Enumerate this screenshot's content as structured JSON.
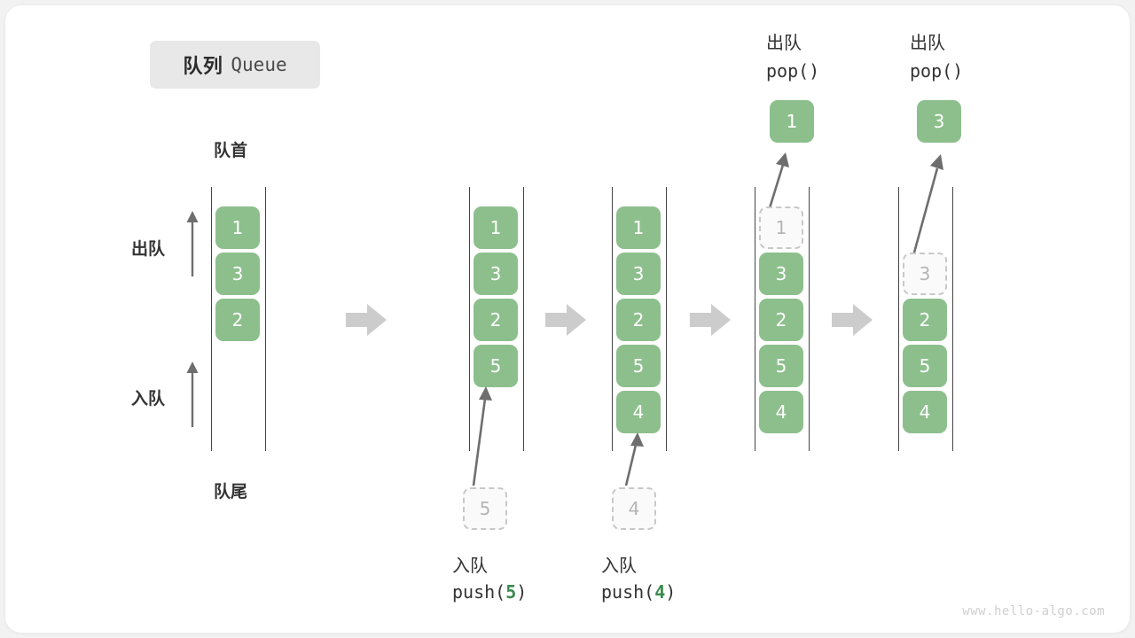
{
  "title": {
    "cn": "队列",
    "en": "Queue"
  },
  "labels": {
    "front": "队首",
    "rear": "队尾",
    "dequeue": "出队",
    "enqueue": "入队",
    "pop_cn": "出队",
    "pop_code": "pop()",
    "push_cn": "入队"
  },
  "watermark": "www.hello-algo.com",
  "colors": {
    "cell_green": "#8dbf8d",
    "ghost_border": "#c8c8c8",
    "ghost_text": "#b5b5b5",
    "rail": "#444444",
    "flow_arrow": "#cccccc",
    "thin_arrow": "#6e6e6e",
    "code_number": "#3c8a4e",
    "badge_bg": "#e8e8e8",
    "card_bg": "#ffffff",
    "page_bg": "#f2f2f2"
  },
  "chart_data": {
    "type": "diagram",
    "title": "队列 Queue",
    "description": "Queue operations step sequence: initial queue, push(5), push(4), pop() removing 1, pop() removing 3",
    "steps": [
      {
        "index": 0,
        "name": "initial",
        "cells": [
          "1",
          "3",
          "2"
        ],
        "ghost": null,
        "operation": null,
        "popped": null
      },
      {
        "index": 1,
        "name": "push-5",
        "cells": [
          "1",
          "3",
          "2",
          "5"
        ],
        "ghost": "5",
        "operation": "push(5)",
        "operation_cn": "入队",
        "operation_value": "5",
        "popped": null
      },
      {
        "index": 2,
        "name": "push-4",
        "cells": [
          "1",
          "3",
          "2",
          "5",
          "4"
        ],
        "ghost": "4",
        "operation": "push(4)",
        "operation_cn": "入队",
        "operation_value": "4",
        "popped": null
      },
      {
        "index": 3,
        "name": "pop-1",
        "cells": [
          "3",
          "2",
          "5",
          "4"
        ],
        "ghost": "1",
        "operation": "pop()",
        "operation_cn": "出队",
        "popped": "1"
      },
      {
        "index": 4,
        "name": "pop-3",
        "cells": [
          "2",
          "5",
          "4"
        ],
        "ghost": "3",
        "operation": "pop()",
        "operation_cn": "出队",
        "popped": "3"
      }
    ]
  },
  "col1": {
    "front": "队首",
    "rear": "队尾",
    "dequeue": "出队",
    "enqueue": "入队",
    "c0": "1",
    "c1": "3",
    "c2": "2"
  },
  "col2": {
    "c0": "1",
    "c1": "3",
    "c2": "2",
    "c3": "5",
    "ghost": "5",
    "op_cn": "入队",
    "op_pre": "push(",
    "op_num": "5",
    "op_post": ")"
  },
  "col3": {
    "c0": "1",
    "c1": "3",
    "c2": "2",
    "c3": "5",
    "c4": "4",
    "ghost": "4",
    "op_cn": "入队",
    "op_pre": "push(",
    "op_num": "4",
    "op_post": ")"
  },
  "col4": {
    "op_cn": "出队",
    "op_code": "pop()",
    "popped": "1",
    "ghost": "1",
    "c1": "3",
    "c2": "2",
    "c3": "5",
    "c4": "4"
  },
  "col5": {
    "op_cn": "出队",
    "op_code": "pop()",
    "popped": "3",
    "ghost": "3",
    "c2": "2",
    "c3": "5",
    "c4": "4"
  }
}
